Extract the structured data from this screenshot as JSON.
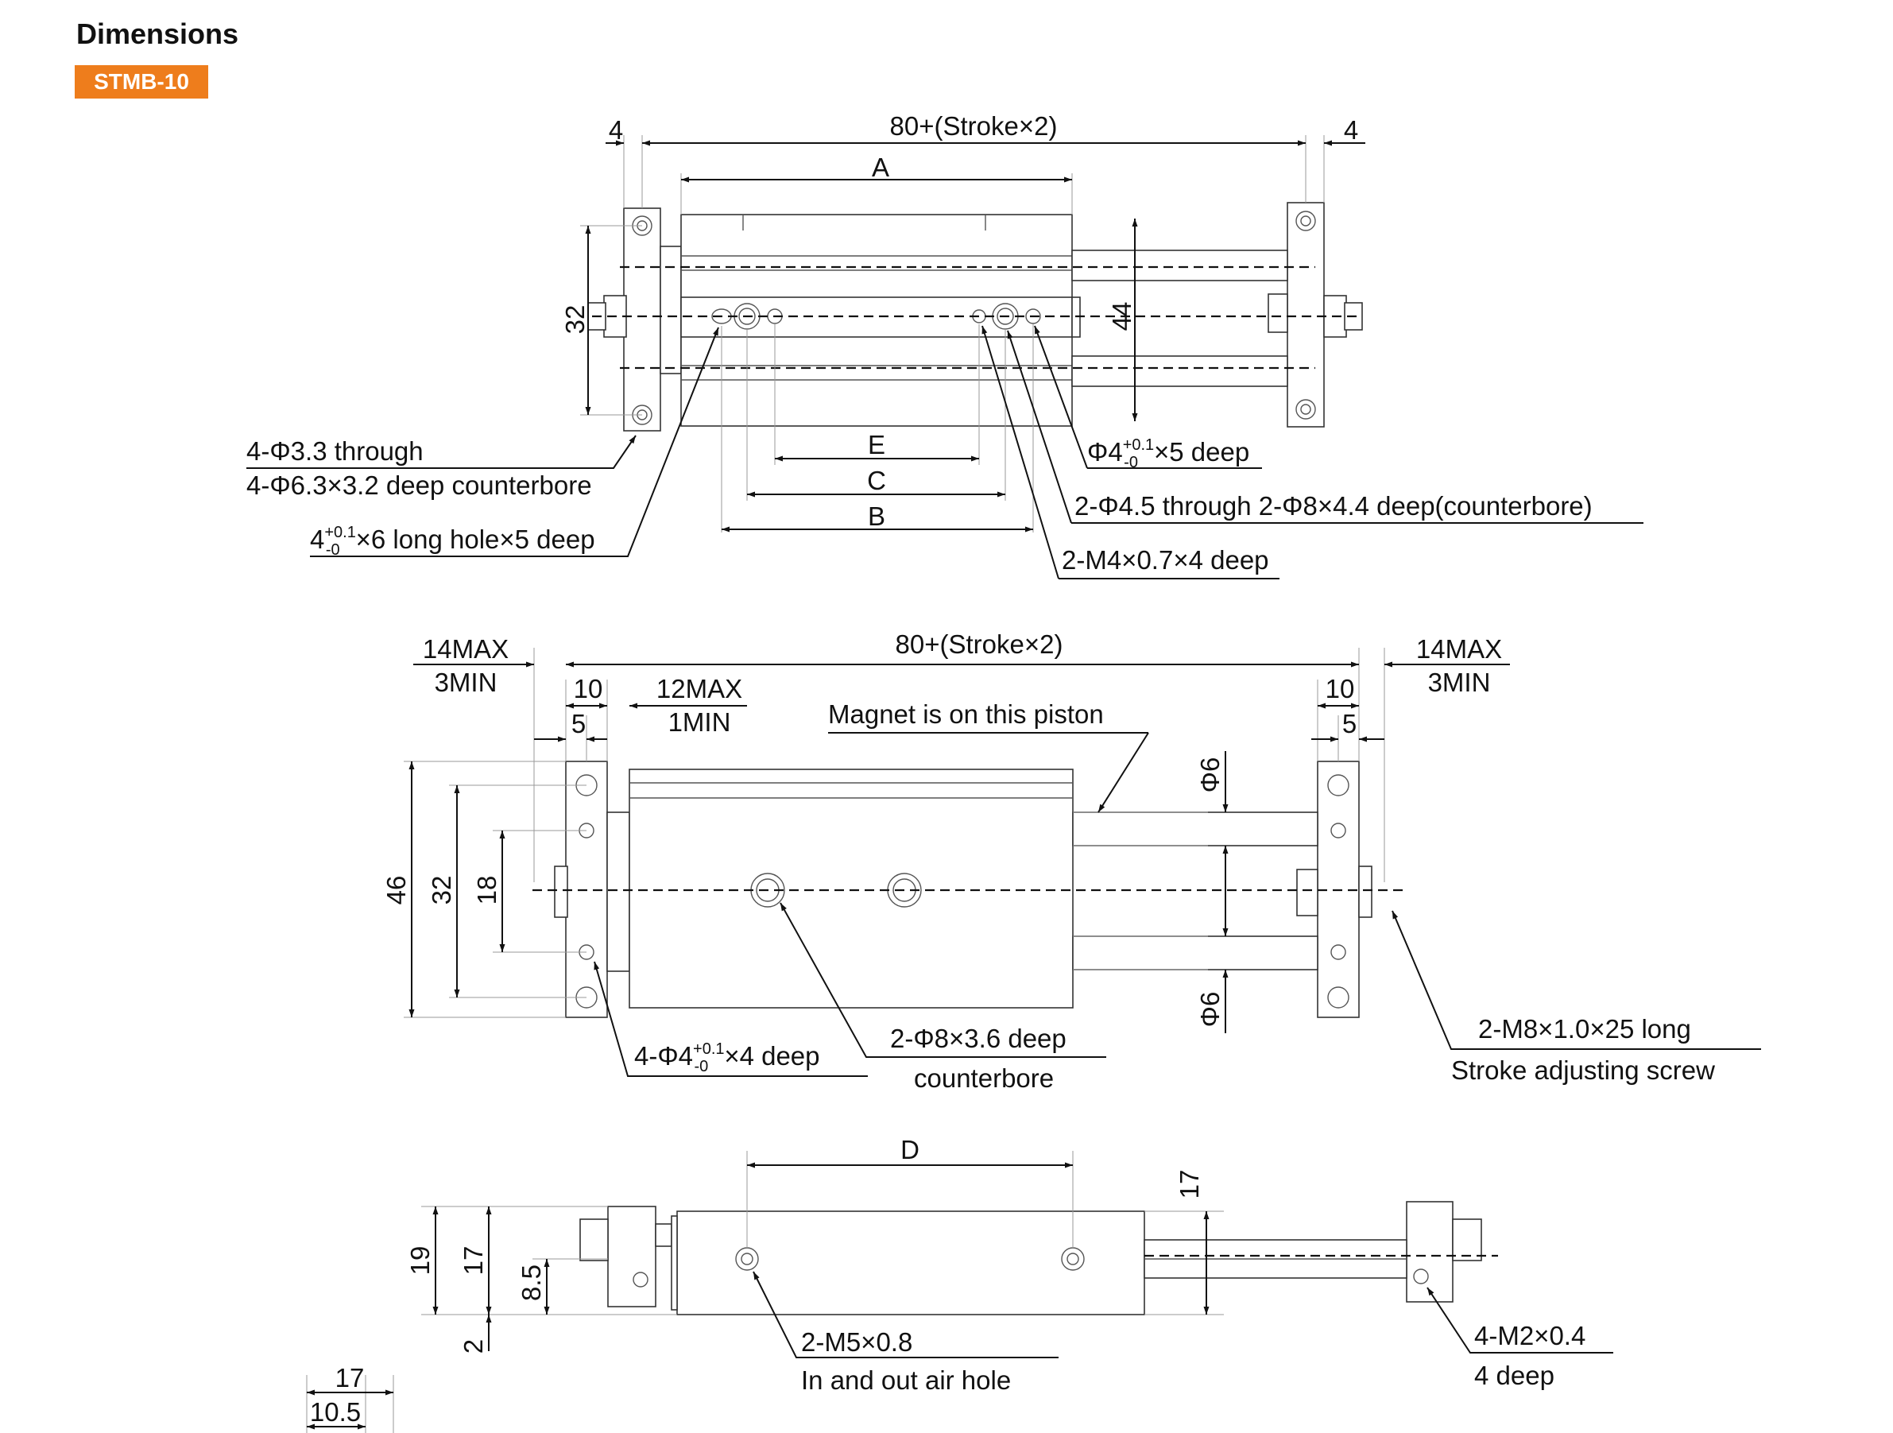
{
  "header": {
    "title": "Dimensions",
    "model_badge": "STMB-10",
    "badge_color": "#ee7d1c"
  },
  "top_view": {
    "dim_4_left": "4",
    "dim_overall": "80+(Stroke×2)",
    "dim_4_right": "4",
    "dim_a": "A",
    "dim_32": "32",
    "dim_44": "44",
    "dim_e": "E",
    "dim_c": "C",
    "dim_b": "B",
    "callout_through_1": "4-Φ3.3 through",
    "callout_through_2": "4-Φ6.3×3.2 deep counterbore",
    "callout_long_hole_base": "4",
    "callout_long_hole_tol_up": "+0.1",
    "callout_long_hole_tol_dn": "-0",
    "callout_long_hole_rest": "×6 long hole×5 deep",
    "callout_phi4_base": "Φ4",
    "callout_phi4_tol_up": "+0.1",
    "callout_phi4_tol_dn": "-0",
    "callout_phi4_rest": "×5 deep",
    "callout_counterbore": "2-Φ4.5 through   2-Φ8×4.4 deep(counterbore)",
    "callout_m4": "2-M4×0.7×4 deep"
  },
  "front_view": {
    "dim_14max_l": "14MAX",
    "dim_3min_l": "3MIN",
    "dim_overall": "80+(Stroke×2)",
    "dim_14max_r": "14MAX",
    "dim_3min_r": "3MIN",
    "dim_10_l": "10",
    "dim_5_l": "5",
    "dim_12max": "12MAX",
    "dim_1min": "1MIN",
    "dim_10_r": "10",
    "dim_5_r": "5",
    "callout_magnet": "Magnet is on this piston",
    "dim_phi6_top": "Φ6",
    "dim_phi6_bot": "Φ6",
    "dim_46": "46",
    "dim_32": "32",
    "dim_18": "18",
    "callout_phi4_pre": "4-Φ4",
    "callout_phi4_tol_up": "+0.1",
    "callout_phi4_tol_dn": "-0",
    "callout_phi4_rest": "×4 deep",
    "callout_phi8_1": "2-Φ8×3.6 deep",
    "callout_phi8_2": "counterbore",
    "callout_m8_1": "2-M8×1.0×25 long",
    "callout_m8_2": "Stroke adjusting screw"
  },
  "side_view": {
    "dim_d": "D",
    "dim_17_top": "17",
    "dim_19": "19",
    "dim_17": "17",
    "dim_8_5": "8.5",
    "dim_2": "2",
    "callout_m5_1": "2-M5×0.8",
    "callout_m5_2": "In and out air hole",
    "callout_m2_1": "4-M2×0.4",
    "callout_m2_2": "4 deep"
  },
  "end_view": {
    "dim_17": "17",
    "dim_10_5": "10.5"
  }
}
